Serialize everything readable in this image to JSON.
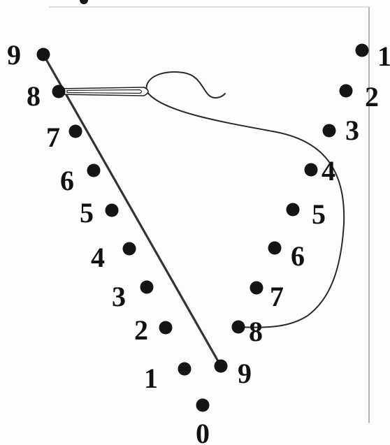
{
  "left_numbers": [
    "9",
    "8",
    "7",
    "6",
    "5",
    "4",
    "3",
    "2",
    "1"
  ],
  "right_numbers": [
    "1",
    "2",
    "3",
    "4",
    "5",
    "6",
    "7",
    "8",
    "9"
  ],
  "bottom_number": "0",
  "colors": {
    "dot": "#141414",
    "thread": "#2a2a2a",
    "text": "#111111",
    "background": "#fdfdfd"
  }
}
